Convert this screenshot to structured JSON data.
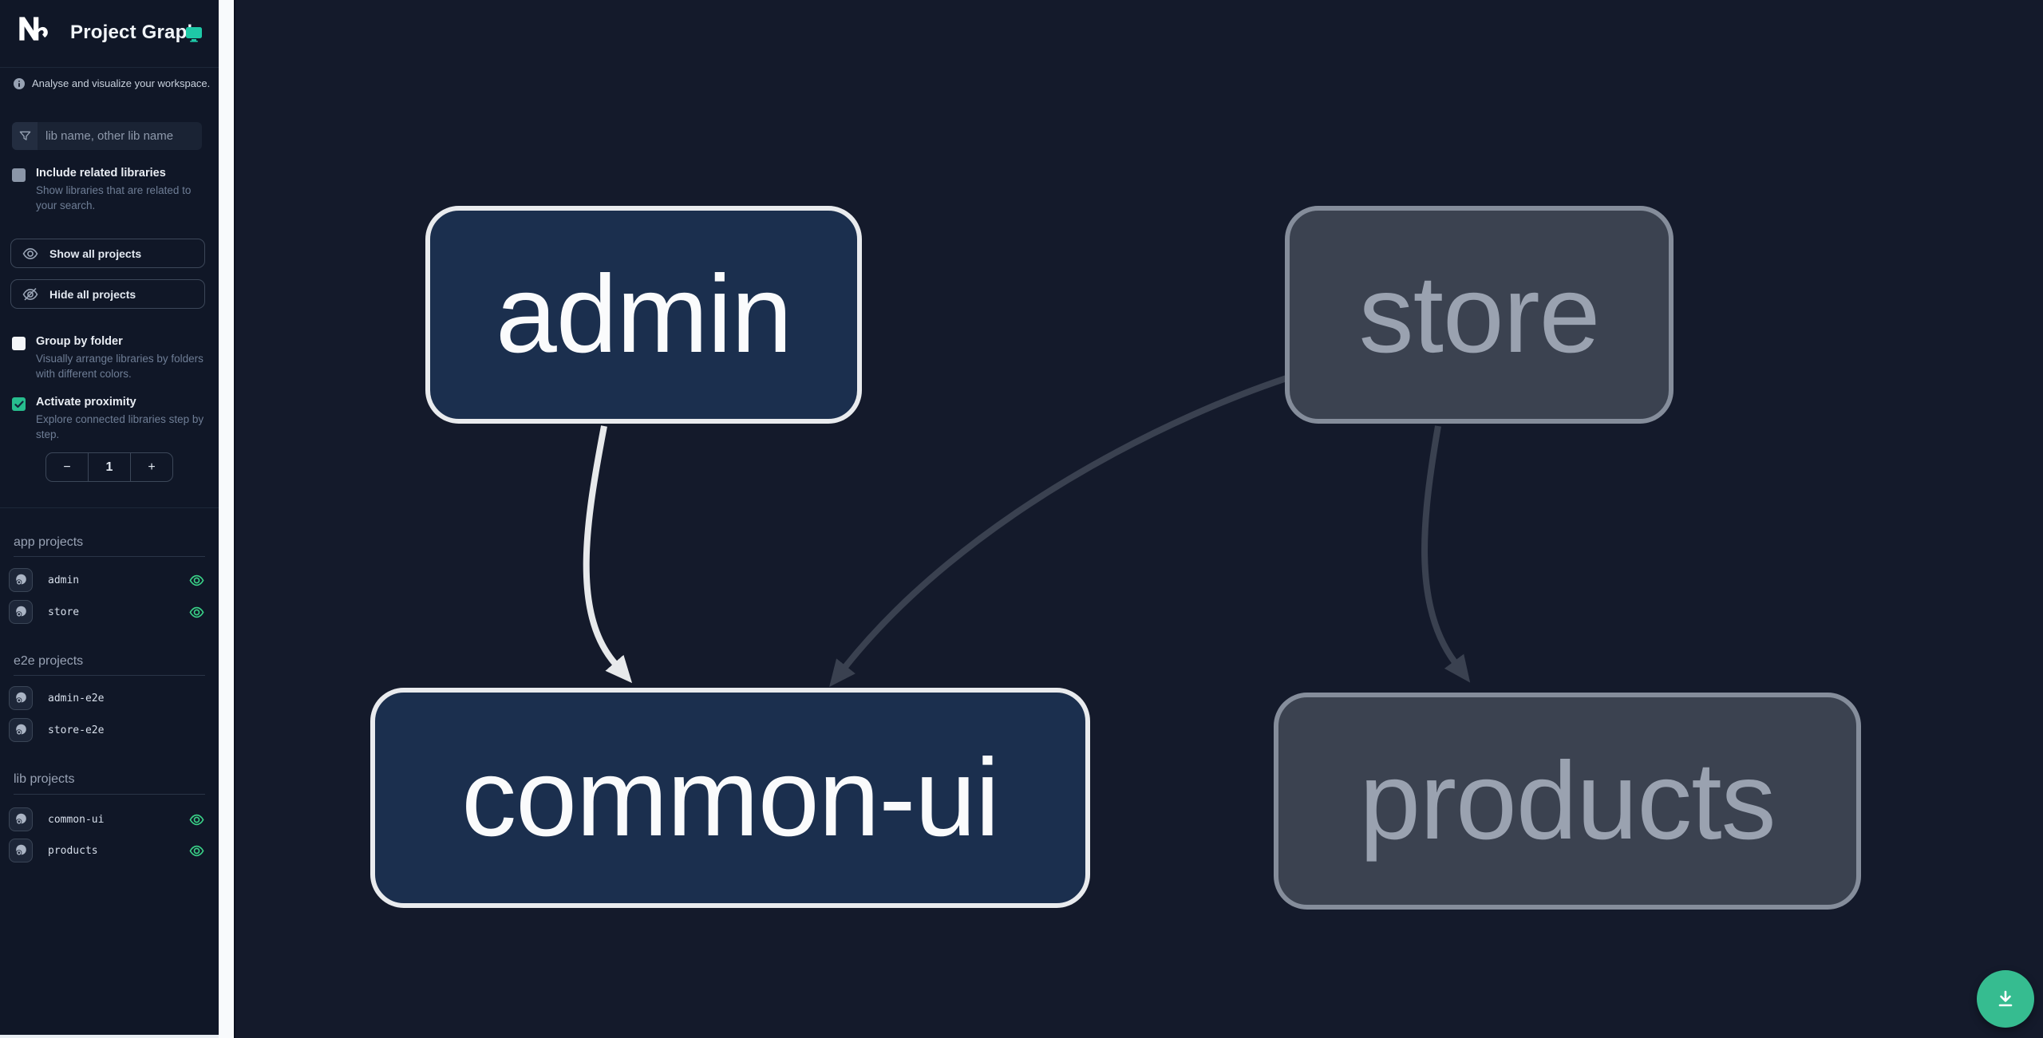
{
  "header": {
    "brand": "Nx",
    "title": "Project Graph"
  },
  "sidebar": {
    "tagline": "Analyse and visualize your workspace.",
    "filter": {
      "placeholder": "lib name, other lib name"
    },
    "checkboxes": [
      {
        "label": "Include related libraries",
        "desc": "Show libraries that are related to your search.",
        "checked": false
      },
      {
        "label": "Group by folder",
        "desc": "Visually arrange libraries by folders with different colors.",
        "checked": false
      },
      {
        "label": "Activate proximity",
        "desc": "Explore connected libraries step by step.",
        "checked": true
      }
    ],
    "buttons": [
      {
        "label": "Show all projects"
      },
      {
        "label": "Hide all projects"
      }
    ],
    "stepper": {
      "decrement": "−",
      "value": "1",
      "increment": "+"
    },
    "sections": [
      {
        "title": "app projects",
        "items": [
          {
            "name": "admin",
            "visible": true
          },
          {
            "name": "store",
            "visible": true
          }
        ]
      },
      {
        "title": "e2e projects",
        "items": [
          {
            "name": "admin-e2e",
            "visible": false
          },
          {
            "name": "store-e2e",
            "visible": false
          }
        ]
      },
      {
        "title": "lib projects",
        "items": [
          {
            "name": "common-ui",
            "visible": true
          },
          {
            "name": "products",
            "visible": true
          }
        ]
      }
    ]
  },
  "graph": {
    "nodes": [
      {
        "id": "admin",
        "label": "admin",
        "state": "focused"
      },
      {
        "id": "store",
        "label": "store",
        "state": "dimmed"
      },
      {
        "id": "common-ui",
        "label": "common-ui",
        "state": "focused"
      },
      {
        "id": "products",
        "label": "products",
        "state": "dimmed"
      }
    ],
    "edges": [
      {
        "from": "admin",
        "to": "common-ui",
        "highlighted": true
      },
      {
        "from": "store",
        "to": "common-ui",
        "highlighted": false
      },
      {
        "from": "store",
        "to": "products",
        "highlighted": false
      }
    ]
  },
  "colors": {
    "accent_teal": "#1ec9a7",
    "eye_green": "#3ad388",
    "fab_green": "#36bc90",
    "node_focused_fill": "#1b2f4e",
    "node_focused_border": "#e9ebee",
    "node_dimmed_fill": "#3b4250",
    "node_dimmed_border": "#858d9b",
    "edge_highlight": "#e7e9eb",
    "edge_dimmed": "#3a4150",
    "sidebar_bg": "#101727",
    "canvas_bg": "#141a2b"
  }
}
